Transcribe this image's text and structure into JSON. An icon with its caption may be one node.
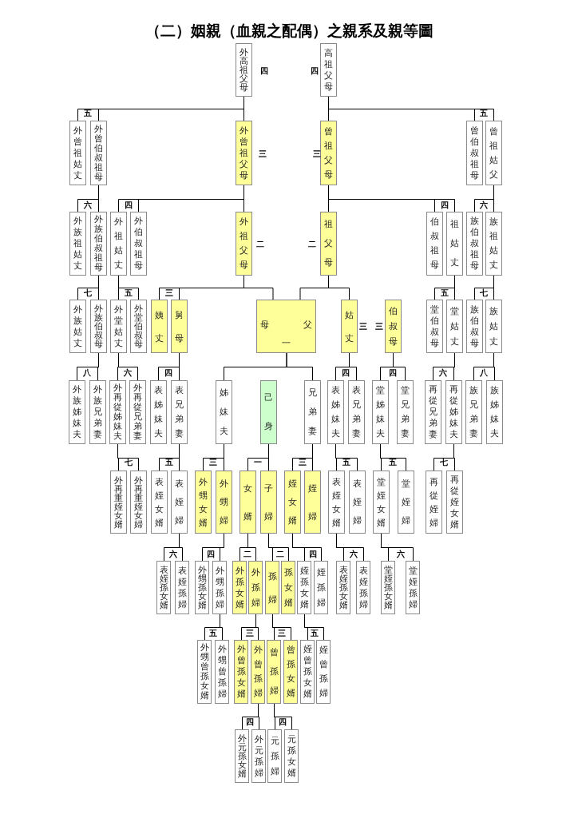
{
  "diagram": {
    "title": "（二）姻親（血親之配偶）之親系及親等圖",
    "nodes": [
      {
        "text": [
          "外高祖父母"
        ]
      },
      {
        "text": [
          "高祖父母"
        ]
      },
      {
        "text": [
          "外曾祖姑丈"
        ]
      },
      {
        "text": [
          "外曾伯叔祖母"
        ]
      },
      {
        "text": [
          "外曾祖父母"
        ]
      },
      {
        "text": [
          "曾祖父母"
        ]
      },
      {
        "text": [
          "曾伯叔祖母"
        ]
      },
      {
        "text": [
          "曾祖姑父"
        ]
      },
      {
        "text": [
          "外族祖姑丈"
        ]
      },
      {
        "text": [
          "外族伯叔祖母"
        ]
      },
      {
        "text": [
          "外祖姑丈"
        ]
      },
      {
        "text": [
          "外伯叔祖母"
        ]
      },
      {
        "text": [
          "外祖父母"
        ]
      },
      {
        "text": [
          "祖父母"
        ]
      },
      {
        "text": [
          "伯叔祖母"
        ]
      },
      {
        "text": [
          "祖姑丈"
        ]
      },
      {
        "text": [
          "族伯叔祖母"
        ]
      },
      {
        "text": [
          "族祖姑丈"
        ]
      },
      {
        "text": [
          "外族姑丈"
        ]
      },
      {
        "text": [
          "外族伯叔母"
        ]
      },
      {
        "text": [
          "外堂姑丈"
        ]
      },
      {
        "text": [
          "外堂伯叔母"
        ]
      },
      {
        "text": [
          "姨丈"
        ]
      },
      {
        "text": [
          "舅母"
        ]
      },
      {
        "text": [
          "母",
          "父",
          "一"
        ]
      },
      {
        "text": [
          "姑丈"
        ]
      },
      {
        "text": [
          "伯叔母"
        ]
      },
      {
        "text": [
          "堂伯叔母"
        ]
      },
      {
        "text": [
          "堂姑丈"
        ]
      },
      {
        "text": [
          "族伯叔母"
        ]
      },
      {
        "text": [
          "族姑丈"
        ]
      },
      {
        "text": [
          "外族姊妹夫"
        ]
      },
      {
        "text": [
          "外族兄弟妻"
        ]
      },
      {
        "text": [
          "外再從姊妹夫"
        ]
      },
      {
        "text": [
          "外再從兄弟妻"
        ]
      },
      {
        "text": [
          "表姊妹夫"
        ]
      },
      {
        "text": [
          "表兄弟妻"
        ]
      },
      {
        "text": [
          "姊妹夫"
        ]
      },
      {
        "text": [
          "己身"
        ]
      },
      {
        "text": [
          "兄弟妻"
        ]
      },
      {
        "text": [
          "表姊妹夫"
        ]
      },
      {
        "text": [
          "表兄弟妻"
        ]
      },
      {
        "text": [
          "堂姊妹夫"
        ]
      },
      {
        "text": [
          "堂兄弟妻"
        ]
      },
      {
        "text": [
          "再從兄弟妻"
        ]
      },
      {
        "text": [
          "再從姊妹夫"
        ]
      },
      {
        "text": [
          "族兄弟妻"
        ]
      },
      {
        "text": [
          "族姊妹夫"
        ]
      },
      {
        "text": [
          "外再重姪女婿"
        ]
      },
      {
        "text": [
          "外再重姪女婦"
        ]
      },
      {
        "text": [
          "表姪女婿"
        ]
      },
      {
        "text": [
          "表姪婦"
        ]
      },
      {
        "text": [
          "外甥女婿"
        ]
      },
      {
        "text": [
          "外甥婦"
        ]
      },
      {
        "text": [
          "女婿"
        ]
      },
      {
        "text": [
          "子婦"
        ]
      },
      {
        "text": [
          "姪女婿"
        ]
      },
      {
        "text": [
          "姪婦"
        ]
      },
      {
        "text": [
          "表姪女婿"
        ]
      },
      {
        "text": [
          "表姪婦"
        ]
      },
      {
        "text": [
          "堂姪女婿"
        ]
      },
      {
        "text": [
          "堂姪婦"
        ]
      },
      {
        "text": [
          "再從姪婦"
        ]
      },
      {
        "text": [
          "再從姪女婿"
        ]
      },
      {
        "text": [
          "表姪孫女婿"
        ]
      },
      {
        "text": [
          "表姪孫婦"
        ]
      },
      {
        "text": [
          "外甥孫女婿"
        ]
      },
      {
        "text": [
          "外甥孫婦"
        ]
      },
      {
        "text": [
          "外孫女婿"
        ]
      },
      {
        "text": [
          "外孫婦"
        ]
      },
      {
        "text": [
          "孫婦"
        ]
      },
      {
        "text": [
          "孫女婿"
        ]
      },
      {
        "text": [
          "姪孫女婿"
        ]
      },
      {
        "text": [
          "姪孫婦"
        ]
      },
      {
        "text": [
          "表姪孫女婿"
        ]
      },
      {
        "text": [
          "表姪孫婦"
        ]
      },
      {
        "text": [
          "堂姪孫女婿"
        ]
      },
      {
        "text": [
          "堂姪孫婦"
        ]
      },
      {
        "text": [
          "外甥曾孫女婿"
        ]
      },
      {
        "text": [
          "外甥曾孫婦"
        ]
      },
      {
        "text": [
          "外曾孫女婿"
        ]
      },
      {
        "text": [
          "外曾孫婦"
        ]
      },
      {
        "text": [
          "曾孫婦"
        ]
      },
      {
        "text": [
          "曾孫女婿"
        ]
      },
      {
        "text": [
          "姪曾孫女婿"
        ]
      },
      {
        "text": [
          "姪曾孫婦"
        ]
      },
      {
        "text": [
          "外元孫女婿"
        ]
      },
      {
        "text": [
          "外元孫婦"
        ]
      },
      {
        "text": [
          "元孫婦"
        ]
      },
      {
        "text": [
          "元孫女婿"
        ]
      }
    ],
    "edges": [
      {
        "from": 0,
        "to": 2,
        "arrow": "none"
      },
      {
        "from": 0,
        "to": 3,
        "arrow": "none"
      },
      {
        "from": 0,
        "to": 4,
        "arrow": "none"
      },
      {
        "from": 1,
        "to": 5,
        "arrow": "none"
      },
      {
        "from": 1,
        "to": 6,
        "arrow": "none"
      },
      {
        "from": 1,
        "to": 7,
        "arrow": "none"
      },
      {
        "from": 3,
        "to": 8,
        "arrow": "none"
      },
      {
        "from": 3,
        "to": 9,
        "arrow": "none"
      },
      {
        "from": 4,
        "to": 10,
        "arrow": "none"
      },
      {
        "from": 4,
        "to": 11,
        "arrow": "none"
      },
      {
        "from": 4,
        "to": 12,
        "arrow": "none"
      },
      {
        "from": 5,
        "to": 13,
        "arrow": "none"
      },
      {
        "from": 5,
        "to": 14,
        "arrow": "none"
      },
      {
        "from": 5,
        "to": 15,
        "arrow": "none"
      },
      {
        "from": 7,
        "to": 16,
        "arrow": "none"
      },
      {
        "from": 7,
        "to": 17,
        "arrow": "none"
      },
      {
        "from": 9,
        "to": 18,
        "arrow": "none"
      },
      {
        "from": 9,
        "to": 19,
        "arrow": "none"
      },
      {
        "from": 10,
        "to": 20,
        "arrow": "none"
      },
      {
        "from": 10,
        "to": 21,
        "arrow": "none"
      },
      {
        "from": 12,
        "to": 22,
        "arrow": "none"
      },
      {
        "from": 12,
        "to": 23,
        "arrow": "none"
      },
      {
        "from": 12,
        "to": 24,
        "arrow": "none"
      },
      {
        "from": 13,
        "to": 24,
        "arrow": "none"
      },
      {
        "from": 13,
        "to": 25,
        "arrow": "none"
      },
      {
        "from": 15,
        "to": 27,
        "arrow": "none"
      },
      {
        "from": 15,
        "to": 28,
        "arrow": "none"
      },
      {
        "from": 17,
        "to": 29,
        "arrow": "none"
      },
      {
        "from": 17,
        "to": 30,
        "arrow": "none"
      },
      {
        "from": 19,
        "to": 31,
        "arrow": "none"
      },
      {
        "from": 19,
        "to": 32,
        "arrow": "none"
      },
      {
        "from": 20,
        "to": 33,
        "arrow": "none"
      },
      {
        "from": 20,
        "to": 34,
        "arrow": "none"
      },
      {
        "from": 23,
        "to": 35,
        "arrow": "none"
      },
      {
        "from": 23,
        "to": 36,
        "arrow": "none"
      },
      {
        "from": 24,
        "to": 37,
        "arrow": "none"
      },
      {
        "from": 24,
        "to": 39,
        "arrow": "none"
      },
      {
        "from": 25,
        "to": 40,
        "arrow": "none"
      },
      {
        "from": 25,
        "to": 41,
        "arrow": "none"
      },
      {
        "from": 26,
        "to": 42,
        "arrow": "none"
      },
      {
        "from": 26,
        "to": 43,
        "arrow": "none"
      },
      {
        "from": 28,
        "to": 44,
        "arrow": "none"
      },
      {
        "from": 28,
        "to": 45,
        "arrow": "none"
      },
      {
        "from": 30,
        "to": 46,
        "arrow": "none"
      },
      {
        "from": 30,
        "to": 47,
        "arrow": "none"
      },
      {
        "from": 33,
        "to": 48,
        "arrow": "none"
      },
      {
        "from": 33,
        "to": 49,
        "arrow": "none"
      },
      {
        "from": 36,
        "to": 50,
        "arrow": "none"
      },
      {
        "from": 36,
        "to": 51,
        "arrow": "none"
      },
      {
        "from": 37,
        "to": 52,
        "arrow": "none"
      },
      {
        "from": 37,
        "to": 53,
        "arrow": "none"
      },
      {
        "from": 38,
        "to": 54,
        "arrow": "none"
      },
      {
        "from": 38,
        "to": 55,
        "arrow": "none"
      },
      {
        "from": 39,
        "to": 56,
        "arrow": "none"
      },
      {
        "from": 39,
        "to": 57,
        "arrow": "none"
      },
      {
        "from": 40,
        "to": 58,
        "arrow": "none"
      },
      {
        "from": 40,
        "to": 59,
        "arrow": "none"
      },
      {
        "from": 42,
        "to": 60,
        "arrow": "none"
      },
      {
        "from": 42,
        "to": 61,
        "arrow": "none"
      },
      {
        "from": 45,
        "to": 62,
        "arrow": "none"
      },
      {
        "from": 45,
        "to": 63,
        "arrow": "none"
      },
      {
        "from": 51,
        "to": 64,
        "arrow": "none"
      },
      {
        "from": 51,
        "to": 65,
        "arrow": "none"
      },
      {
        "from": 53,
        "to": 66,
        "arrow": "none"
      },
      {
        "from": 53,
        "to": 67,
        "arrow": "none"
      },
      {
        "from": 54,
        "to": 68,
        "arrow": "none"
      },
      {
        "from": 54,
        "to": 69,
        "arrow": "none"
      },
      {
        "from": 55,
        "to": 70,
        "arrow": "none"
      },
      {
        "from": 55,
        "to": 71,
        "arrow": "none"
      },
      {
        "from": 56,
        "to": 72,
        "arrow": "none"
      },
      {
        "from": 56,
        "to": 73,
        "arrow": "none"
      },
      {
        "from": 58,
        "to": 74,
        "arrow": "none"
      },
      {
        "from": 58,
        "to": 75,
        "arrow": "none"
      },
      {
        "from": 60,
        "to": 76,
        "arrow": "none"
      },
      {
        "from": 60,
        "to": 77,
        "arrow": "none"
      },
      {
        "from": 67,
        "to": 78,
        "arrow": "none"
      },
      {
        "from": 67,
        "to": 79,
        "arrow": "none"
      },
      {
        "from": 69,
        "to": 80,
        "arrow": "none"
      },
      {
        "from": 69,
        "to": 81,
        "arrow": "none"
      },
      {
        "from": 70,
        "to": 82,
        "arrow": "none"
      },
      {
        "from": 70,
        "to": 83,
        "arrow": "none"
      },
      {
        "from": 72,
        "to": 84,
        "arrow": "none"
      },
      {
        "from": 72,
        "to": 85,
        "arrow": "none"
      },
      {
        "from": 81,
        "to": 86,
        "arrow": "none"
      },
      {
        "from": 81,
        "to": 87,
        "arrow": "none"
      },
      {
        "from": 82,
        "to": 88,
        "arrow": "none"
      },
      {
        "from": 82,
        "to": 89,
        "arrow": "none"
      }
    ],
    "labels": [
      "四",
      "四",
      "五",
      "五",
      "三",
      "三",
      "六",
      "四",
      "四",
      "六",
      "二",
      "二",
      "七",
      "五",
      "三",
      "五",
      "七",
      "三",
      "三",
      "八",
      "六",
      "四",
      "四",
      "四",
      "六",
      "八",
      "七",
      "五",
      "三",
      "一",
      "三",
      "五",
      "五",
      "七",
      "六",
      "四",
      "二",
      "二",
      "四",
      "六",
      "六",
      "五",
      "三",
      "三",
      "五",
      "四",
      "四"
    ]
  }
}
